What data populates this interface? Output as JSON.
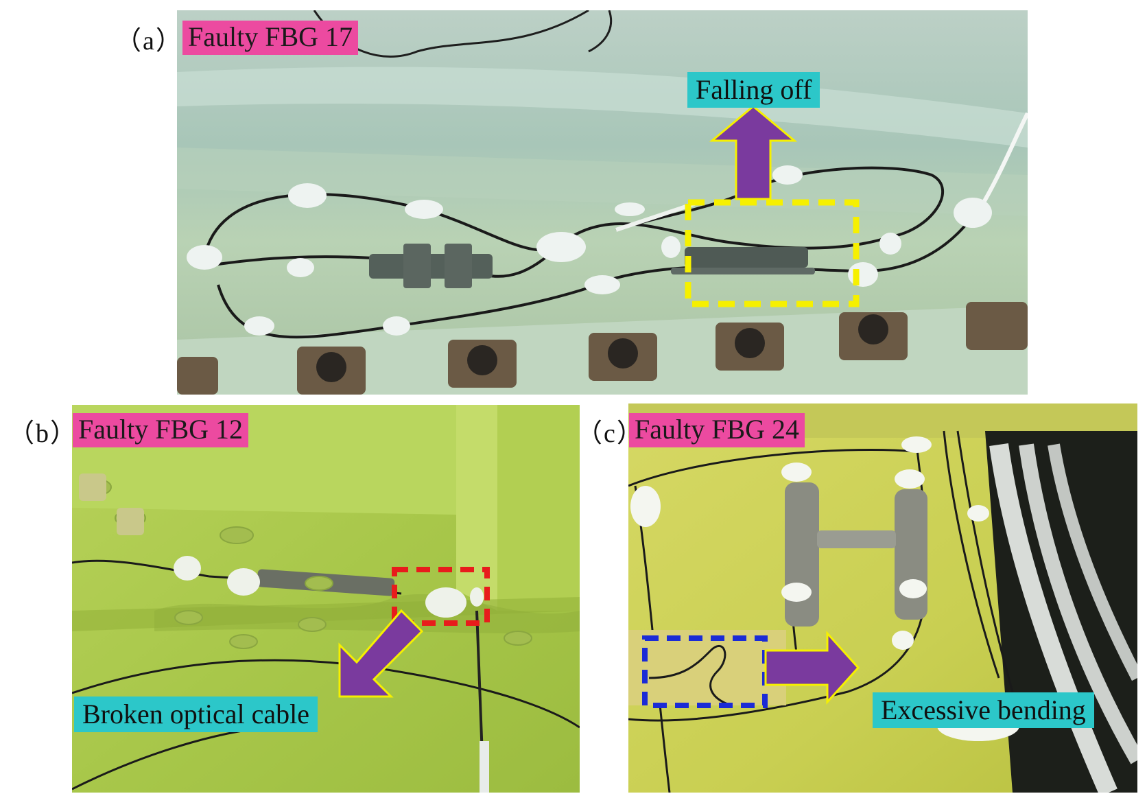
{
  "panels": {
    "a": {
      "letter": "（a）",
      "tag": "Faulty FBG 17",
      "callout": "Falling off",
      "colors": {
        "tag": "#ec4aa0",
        "callout": "#2cc7c9",
        "box": "#f6f000",
        "arrow": "#7a3a9e"
      }
    },
    "b": {
      "letter": "（b）",
      "tag": "Faulty FBG 12",
      "callout": "Broken optical cable",
      "colors": {
        "tag": "#ec4aa0",
        "callout": "#2cc7c9",
        "box": "#e81c1c",
        "arrow": "#7a3a9e"
      }
    },
    "c": {
      "letter": "（c）",
      "tag": "Faulty FBG 24",
      "callout": "Excessive bending",
      "colors": {
        "tag": "#ec4aa0",
        "callout": "#2cc7c9",
        "box": "#1b2bd6",
        "arrow": "#7a3a9e"
      }
    }
  }
}
